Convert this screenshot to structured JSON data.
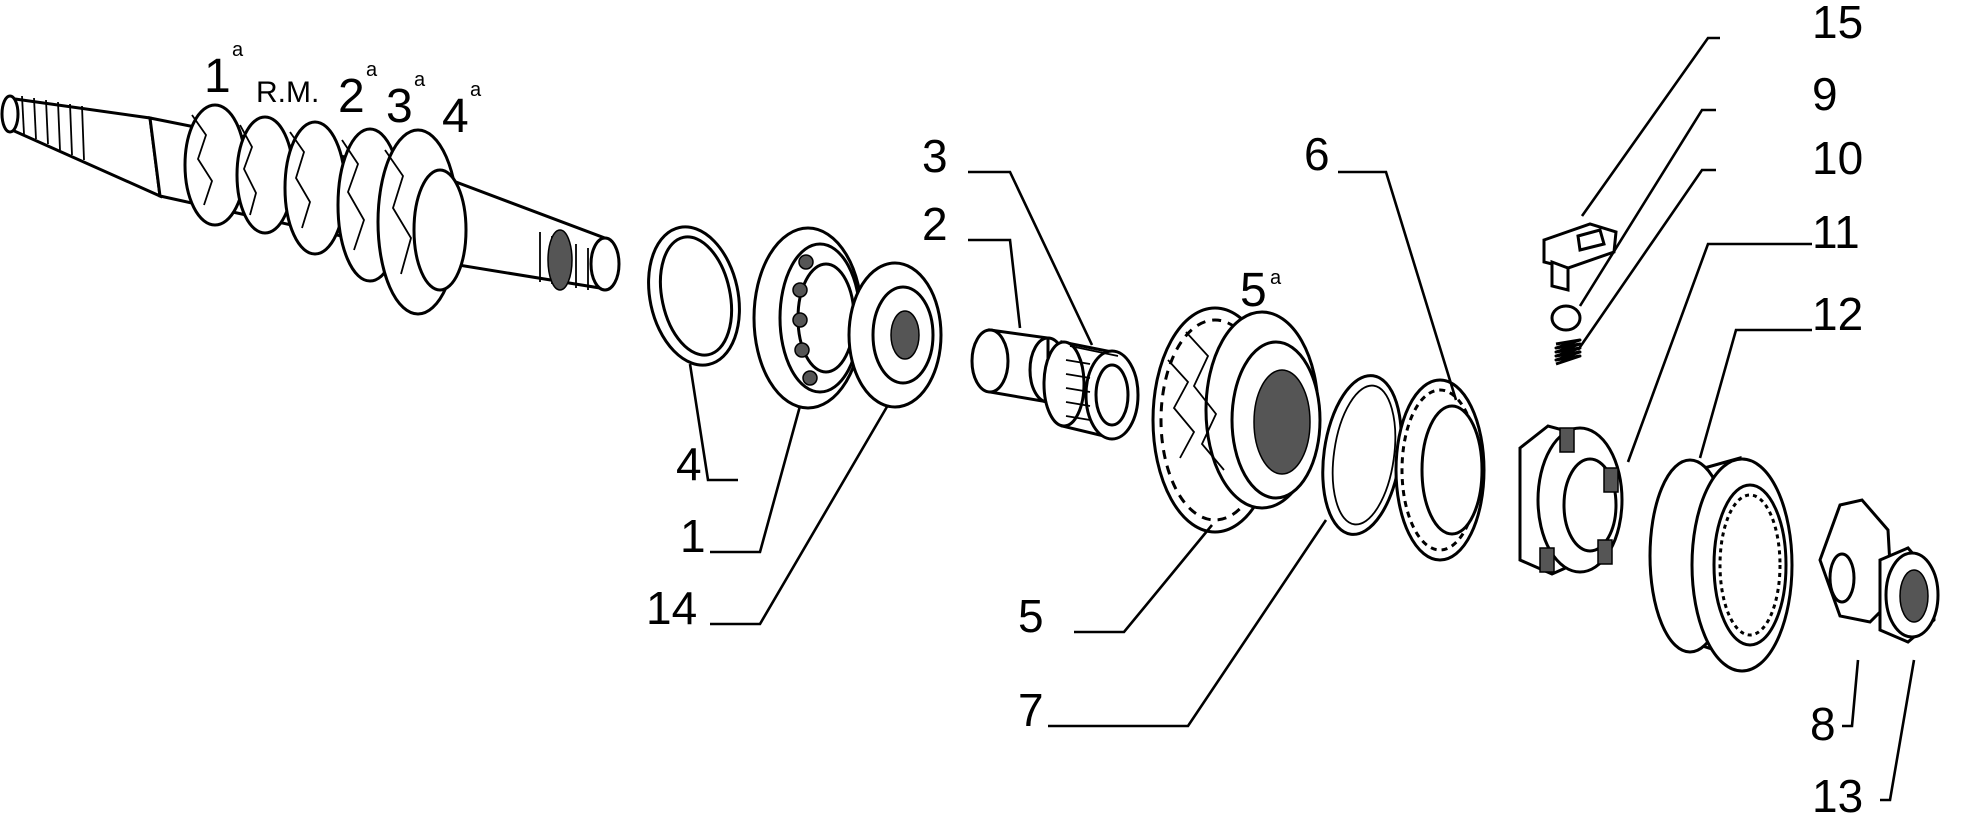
{
  "shaft_labels": {
    "first": {
      "num": "1",
      "sup": "a"
    },
    "reverse": "R.M.",
    "second": {
      "num": "2",
      "sup": "a"
    },
    "third": {
      "num": "3",
      "sup": "a"
    },
    "fourth": {
      "num": "4",
      "sup": "a"
    }
  },
  "gear_label": {
    "num": "5",
    "sup": "a"
  },
  "callouts": {
    "c1": "1",
    "c2": "2",
    "c3": "3",
    "c4": "4",
    "c5": "5",
    "c6": "6",
    "c7": "7",
    "c8": "8",
    "c9": "9",
    "c10": "10",
    "c11": "11",
    "c12": "12",
    "c13": "13",
    "c14": "14",
    "c15": "15"
  }
}
